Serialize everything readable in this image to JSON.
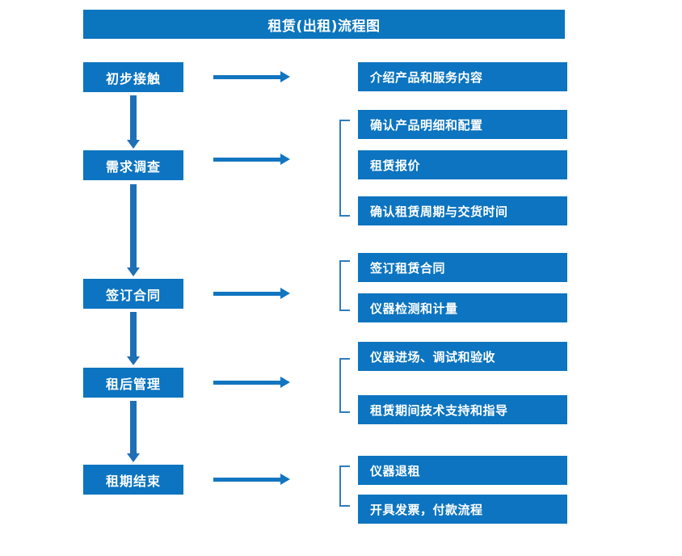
{
  "diagram": {
    "title": "租赁(出租)流程图",
    "colors": {
      "title_bar": "#0B75BE",
      "box_fill": "#0C74C0",
      "box_text": "#FFFFFF",
      "arrow": "#1275C0",
      "vertical_arrow": "#1F6FB5",
      "bracket": "#2E7BBF",
      "background": "#FFFFFF"
    },
    "stages": [
      {
        "label": "初步接触"
      },
      {
        "label": "需求调查"
      },
      {
        "label": "签订合同"
      },
      {
        "label": "租后管理"
      },
      {
        "label": "租期结束"
      }
    ],
    "details": {
      "group1": [
        {
          "label": "介绍产品和服务内容"
        }
      ],
      "group2": [
        {
          "label": "确认产品明细和配置"
        },
        {
          "label": "租赁报价"
        },
        {
          "label": "确认租赁周期与交货时间"
        }
      ],
      "group3": [
        {
          "label": "签订租赁合同"
        },
        {
          "label": "仪器检测和计量"
        }
      ],
      "group4": [
        {
          "label": "仪器进场、调试和验收"
        },
        {
          "label": "租赁期间技术支持和指导"
        }
      ],
      "group5": [
        {
          "label": "仪器退租"
        },
        {
          "label": "开具发票，付款流程"
        }
      ]
    }
  }
}
